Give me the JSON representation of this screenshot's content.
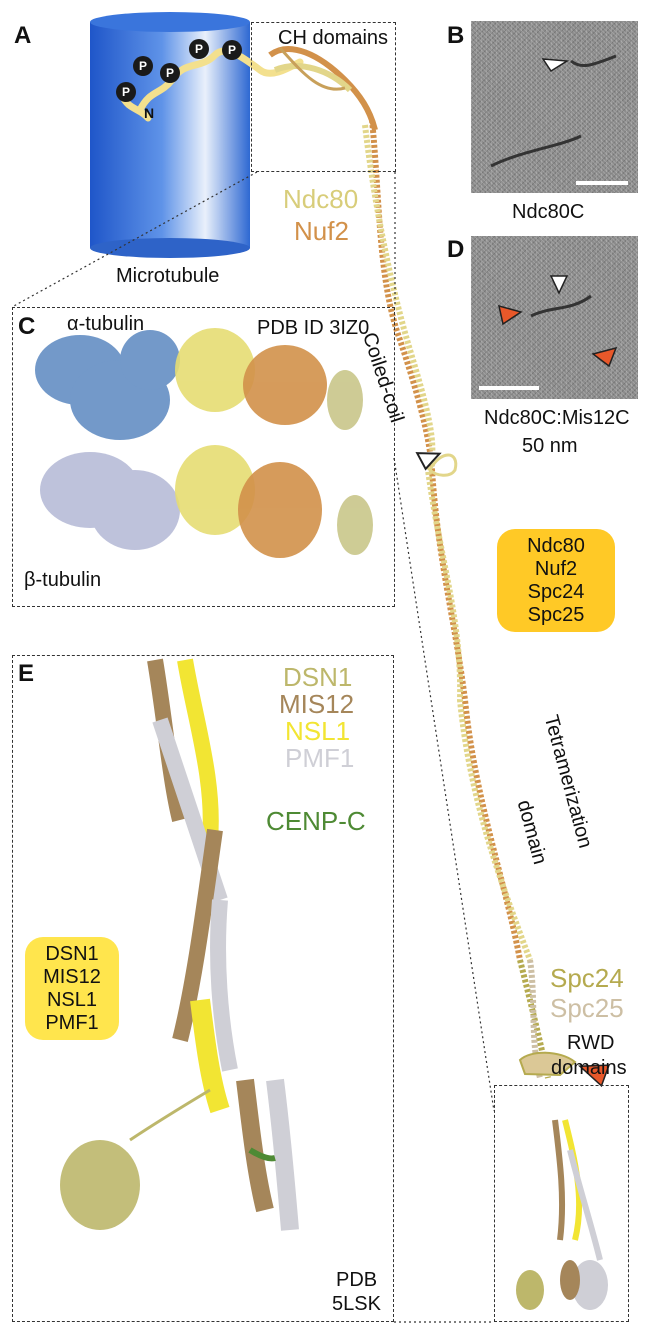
{
  "panels": {
    "a": "A",
    "b": "B",
    "c": "C",
    "d": "D",
    "e": "E"
  },
  "panel_a": {
    "ch_domains": "CH domains",
    "microtubule": "Microtubule",
    "phospho": "P",
    "n_terminus": "N"
  },
  "main_labels": {
    "ndc80": "Ndc80",
    "nuf2": "Nuf2",
    "coiled_coil": "Coiled-coil",
    "tetramerization": "Tetramerization",
    "domain": "domain",
    "spc24": "Spc24",
    "spc25": "Spc25",
    "rwd": "RWD",
    "domains": "domains"
  },
  "panel_b": {
    "caption": "Ndc80C"
  },
  "panel_d": {
    "caption": "Ndc80C:Mis12C",
    "scale": "50 nm"
  },
  "panel_c": {
    "alpha": "α-tubulin",
    "beta": "β-tubulin",
    "pdb": "PDB ID 3IZ0"
  },
  "ndc80c_box": {
    "line1": "Ndc80",
    "line2": "Nuf2",
    "line3": "Spc24",
    "line4": "Spc25"
  },
  "panel_e": {
    "dsn1": "DSN1",
    "mis12": "MIS12",
    "nsl1": "NSL1",
    "pmf1": "PMF1",
    "cenpc": "CENP-C",
    "pdb_line1": "PDB",
    "pdb_line2": "5LSK"
  },
  "mis12c_box": {
    "line1": "DSN1",
    "line2": "MIS12",
    "line3": "NSL1",
    "line4": "PMF1"
  },
  "colors": {
    "ndc80": "#e2d68a",
    "nuf2": "#d2914a",
    "spc24": "#b5aa4f",
    "spc25": "#cdbfa4",
    "dsn1": "#bdb76b",
    "mis12": "#a5865a",
    "nsl1": "#f2e533",
    "pmf1": "#cfcfd6",
    "cenpc": "#4e8a34",
    "alpha_tubulin": "#5b88c0",
    "beta_tubulin": "#b8bcd8",
    "box_orange": "#ffc926",
    "box_yellow": "#ffe54d",
    "arrow_red": "#e8582a"
  }
}
